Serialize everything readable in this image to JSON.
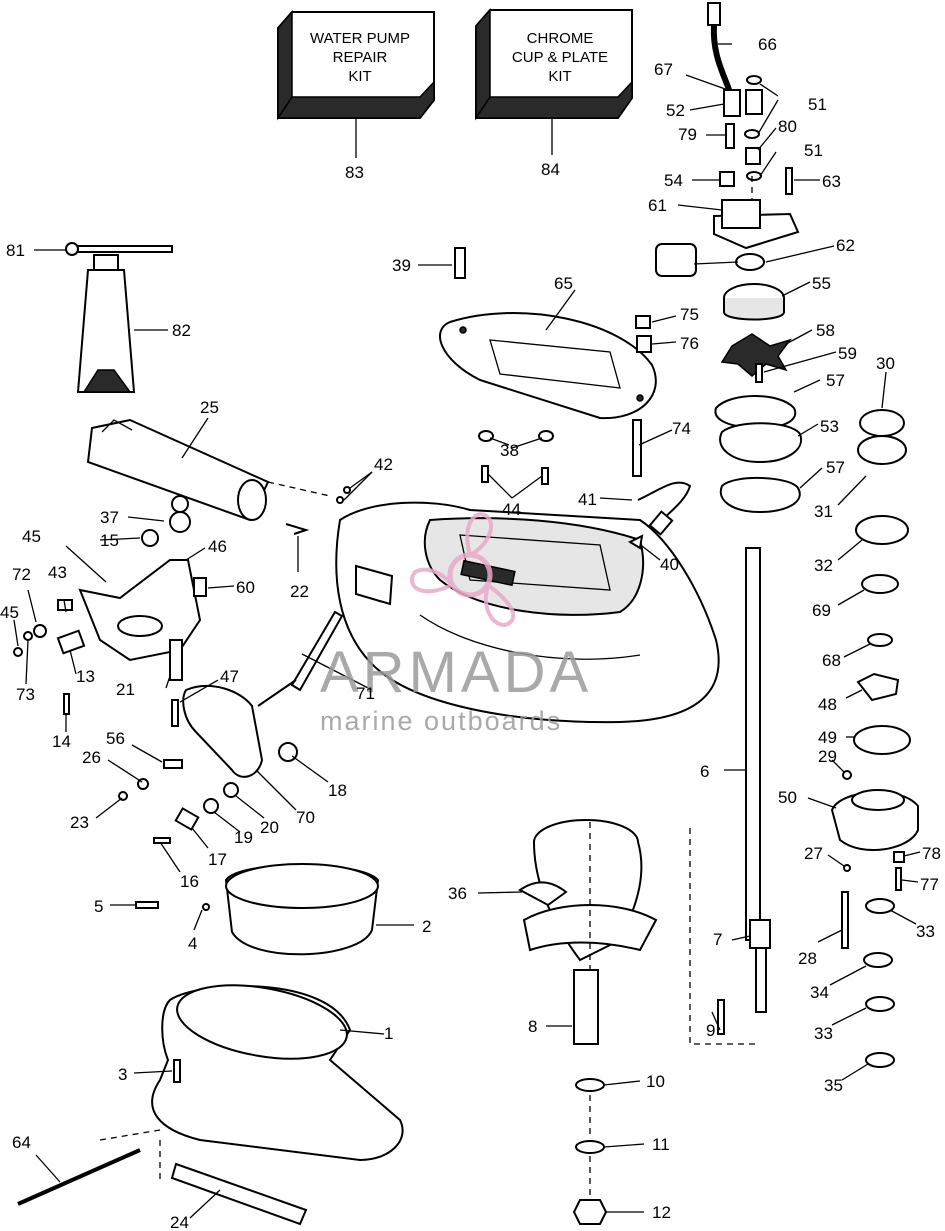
{
  "kits": [
    {
      "id": "water-pump-repair-kit",
      "lines": [
        "WATER PUMP",
        "REPAIR",
        "KIT"
      ],
      "number": "83"
    },
    {
      "id": "chrome-cup-plate-kit",
      "lines": [
        "CHROME",
        "CUP & PLATE",
        "KIT"
      ],
      "number": "84"
    }
  ],
  "callouts": [
    "1",
    "2",
    "3",
    "4",
    "5",
    "6",
    "7",
    "8",
    "9",
    "10",
    "11",
    "12",
    "13",
    "14",
    "15",
    "16",
    "17",
    "18",
    "19",
    "20",
    "21",
    "22",
    "23",
    "24",
    "25",
    "26",
    "27",
    "28",
    "29",
    "30",
    "31",
    "32",
    "33",
    "34",
    "35",
    "36",
    "37",
    "38",
    "39",
    "40",
    "41",
    "42",
    "43",
    "44",
    "45",
    "46",
    "47",
    "48",
    "49",
    "50",
    "51",
    "52",
    "53",
    "54",
    "55",
    "56",
    "57",
    "58",
    "59",
    "60",
    "61",
    "62",
    "63",
    "64",
    "65",
    "66",
    "67",
    "68",
    "69",
    "70",
    "71",
    "72",
    "73",
    "74",
    "75",
    "76",
    "77",
    "78",
    "79",
    "80",
    "81",
    "82"
  ],
  "watermark": {
    "brand": "ARMADA",
    "tagline": "marine outboards",
    "accent": "#e9a9c8"
  }
}
